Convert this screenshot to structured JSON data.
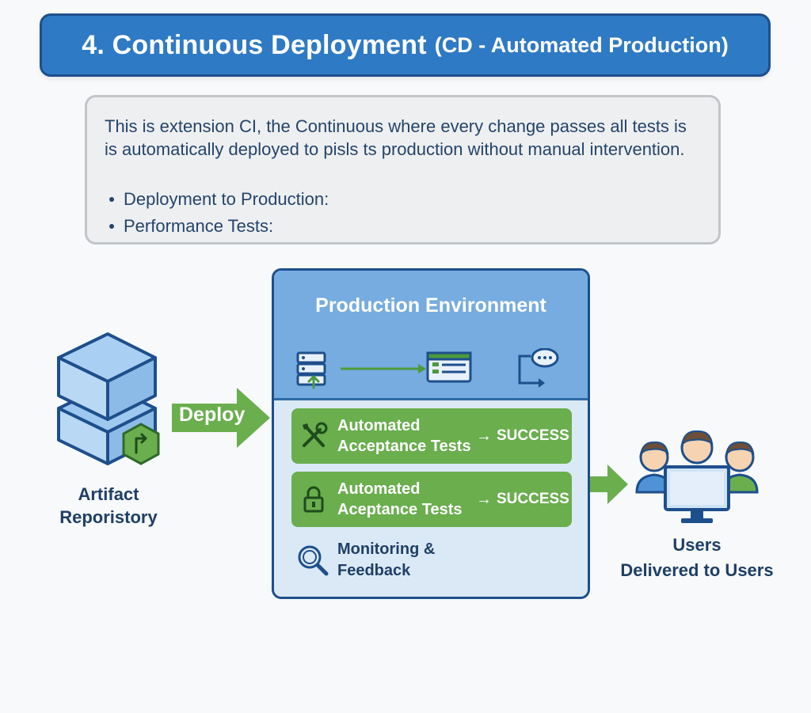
{
  "header": {
    "title": "4. Continuous Deployment",
    "subtitle": "(CD - Automated Production)"
  },
  "description": {
    "line1": "This is extension CI, the Continuous where every change passes all tests is",
    "line2": "is automatically deployed to pisls ts production without manual intervention.",
    "bullets": [
      "Deployment to Production:",
      "Performance Tests:"
    ]
  },
  "artifact": {
    "label_line1": "Artifact",
    "label_line2": "Reporistory"
  },
  "deploy": {
    "label": "Deploy"
  },
  "production": {
    "title": "Production Environment",
    "rows": [
      {
        "line1": "Automated",
        "line2": "Acceptance Tests",
        "arrow": "→",
        "status": "SUCCESS",
        "icon": "tools-icon"
      },
      {
        "line1": "Automated",
        "line2": "Aceptance Tests",
        "arrow": "→",
        "status": "SUCCESS",
        "icon": "lock-icon"
      }
    ],
    "monitoring": {
      "line1": "Monitoring &",
      "line2": "Feedback",
      "icon": "magnifier-icon"
    }
  },
  "users": {
    "line1": "Users",
    "line2": "Delivered to Users"
  },
  "colors": {
    "banner": "#2f7ac4",
    "banner_border": "#1d4f8c",
    "panel_top": "#76acdf",
    "panel_body": "#dbe9f7",
    "success_green": "#6aae4e",
    "text_navy": "#1f3f66"
  }
}
